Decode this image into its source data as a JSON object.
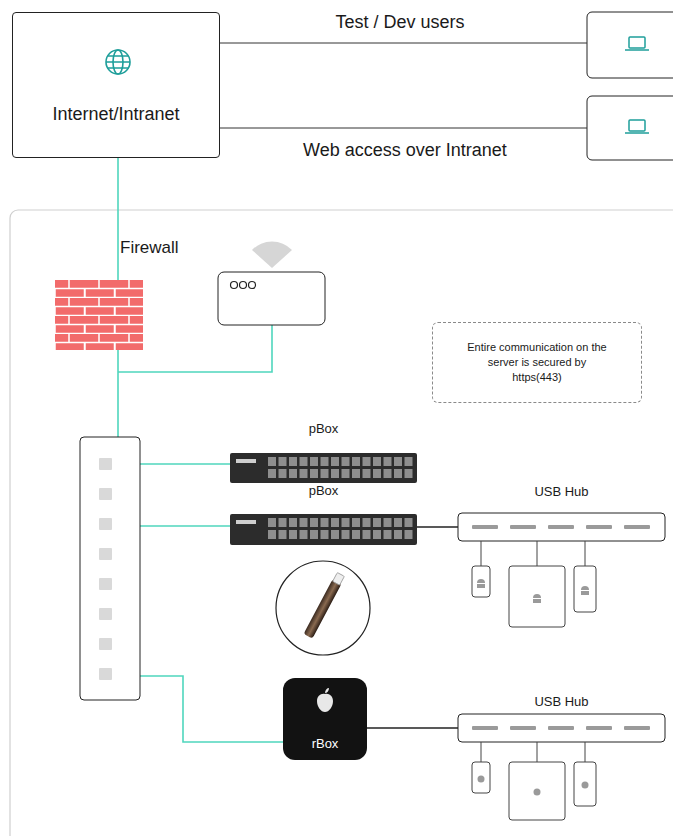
{
  "diagram": {
    "nodes": [
      {
        "text": [
          "Internet/Intranet"
        ]
      },
      {
        "text": [
          "Entire communication on the server is secured by https(443)"
        ]
      },
      {
        "text": [
          "pBox"
        ]
      },
      {
        "text": [
          "pBox"
        ]
      },
      {
        "text": [
          "USB Hub"
        ]
      },
      {
        "text": [
          "rBox"
        ]
      },
      {
        "text": [
          "USB Hub"
        ]
      }
    ],
    "edges": [
      {
        "from": 3,
        "to": 4,
        "arrow": "none"
      },
      {
        "from": 5,
        "to": 6,
        "arrow": "none"
      }
    ],
    "labels": [
      "Test / Dev users",
      "Web access over Intranet",
      "Firewall"
    ]
  }
}
